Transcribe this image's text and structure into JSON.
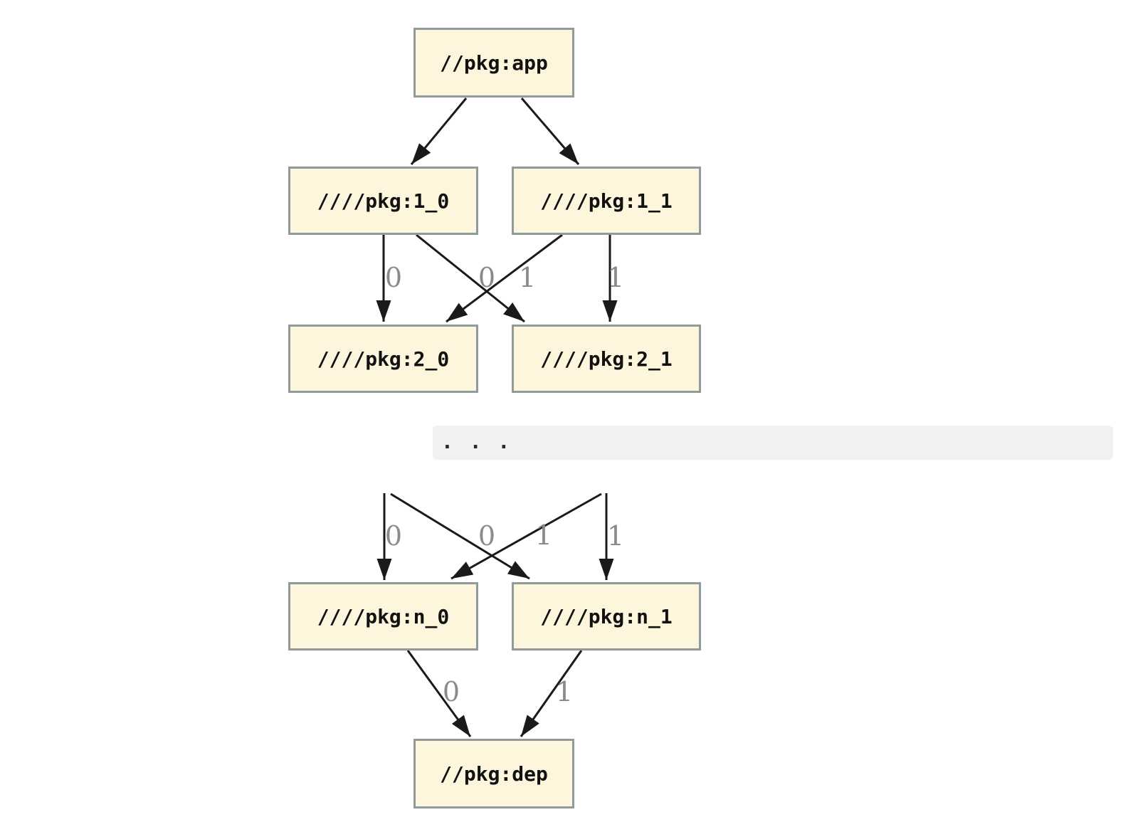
{
  "diagram": {
    "nodes": {
      "app": {
        "label": "//pkg:app"
      },
      "n1_0": {
        "label": "////pkg:1_0"
      },
      "n1_1": {
        "label": "////pkg:1_1"
      },
      "n2_0": {
        "label": "////pkg:2_0"
      },
      "n2_1": {
        "label": "////pkg:2_1"
      },
      "nn_0": {
        "label": "////pkg:n_0"
      },
      "nn_1": {
        "label": "////pkg:n_1"
      },
      "dep": {
        "label": "//pkg:dep"
      }
    },
    "ellipsis_text": ". . .",
    "edge_labels": {
      "u1": "0",
      "u2": "0",
      "u3": "1",
      "u4": "1",
      "m1": "0",
      "m2": "0",
      "m3": "1",
      "m4": "1",
      "b1": "0",
      "b2": "1"
    },
    "edges": [
      {
        "from": "app",
        "to": "n1_0",
        "label": ""
      },
      {
        "from": "app",
        "to": "n1_1",
        "label": ""
      },
      {
        "from": "n1_0",
        "to": "n2_0",
        "label": "0"
      },
      {
        "from": "n1_0",
        "to": "n2_1",
        "label": "1"
      },
      {
        "from": "n1_1",
        "to": "n2_0",
        "label": "0"
      },
      {
        "from": "n1_1",
        "to": "n2_1",
        "label": "1"
      },
      {
        "from": "ellipsis",
        "to": "nn_0",
        "label": "0"
      },
      {
        "from": "ellipsis",
        "to": "nn_1",
        "label": "1"
      },
      {
        "from": "ellipsis",
        "to": "nn_0",
        "label": "0"
      },
      {
        "from": "ellipsis",
        "to": "nn_1",
        "label": "1"
      },
      {
        "from": "nn_0",
        "to": "dep",
        "label": "0"
      },
      {
        "from": "nn_1",
        "to": "dep",
        "label": "1"
      }
    ],
    "colors": {
      "node_fill": "#fdf6dc",
      "node_border": "#8f9a9a",
      "edge_color": "#1a1a1a",
      "edge_label_color": "#8a8a8a",
      "band_fill": "#f1f1f1"
    }
  }
}
